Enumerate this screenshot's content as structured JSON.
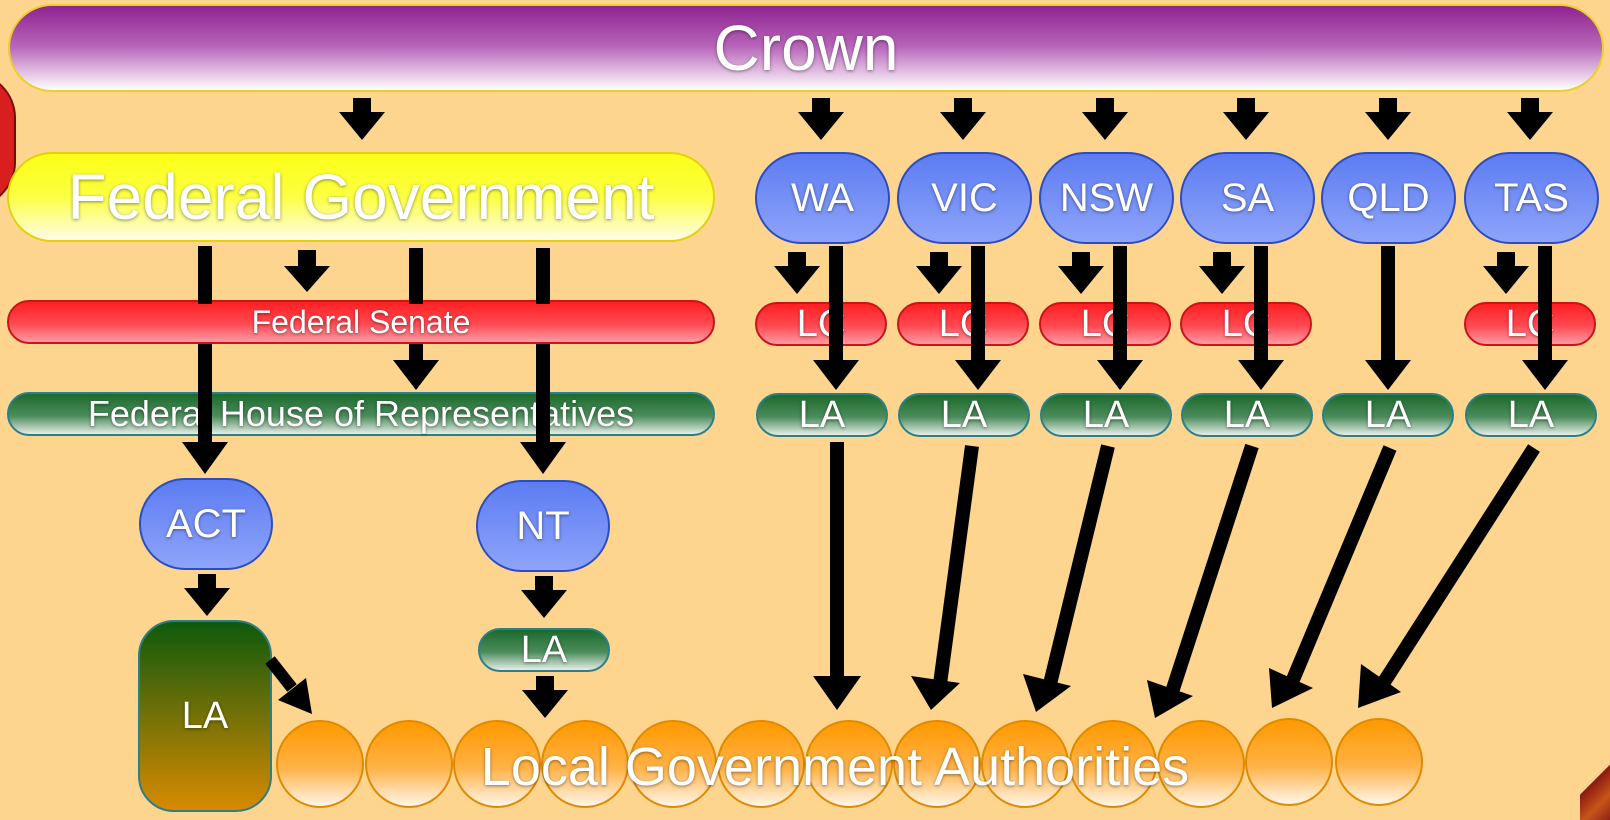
{
  "crown": "Crown",
  "federal_government": "Federal Government",
  "federal_senate": "Federal Senate",
  "federal_house": "Federal House of Representatives",
  "territories": [
    {
      "name": "ACT",
      "legislature": "LA"
    },
    {
      "name": "NT",
      "legislature": "LA"
    }
  ],
  "states": [
    {
      "name": "WA",
      "upper_house": "LC",
      "lower_house": "LA"
    },
    {
      "name": "VIC",
      "upper_house": "LC",
      "lower_house": "LA"
    },
    {
      "name": "NSW",
      "upper_house": "LC",
      "lower_house": "LA"
    },
    {
      "name": "SA",
      "upper_house": "LC",
      "lower_house": "LA"
    },
    {
      "name": "QLD",
      "upper_house": "",
      "lower_house": "LA"
    },
    {
      "name": "TAS",
      "upper_house": "LC",
      "lower_house": "LA"
    }
  ],
  "local_government": "Local Government Authorities",
  "colors": {
    "background": "#fdd58e",
    "crown": "#8e2390",
    "federal_government": "#fcff16",
    "upper_house": "#ff1f22",
    "lower_house": "#1c6a2c",
    "state": "#5c7cf2",
    "local": "#ff9900",
    "arrow": "#000000"
  }
}
